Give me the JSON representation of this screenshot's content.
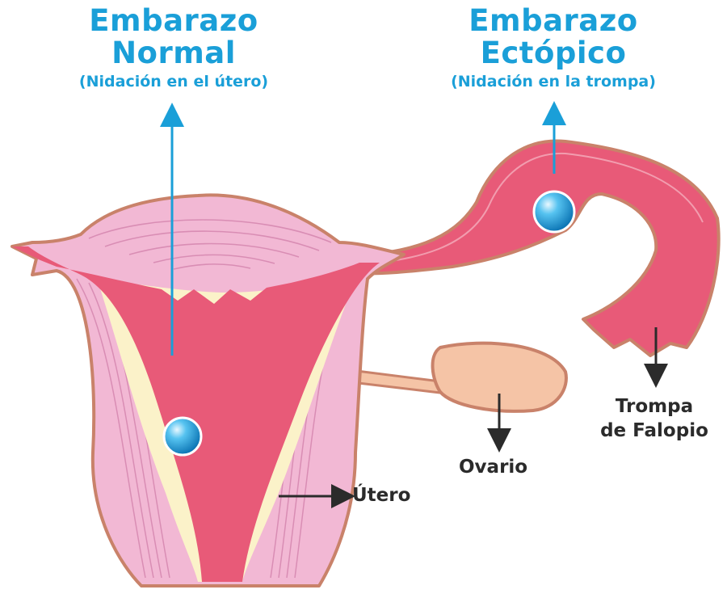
{
  "titles": {
    "normal": {
      "line1": "Embarazo",
      "line2": "Normal",
      "subtitle": "(Nidación en el útero)"
    },
    "ectopic": {
      "line1": "Embarazo",
      "line2": "Ectópico",
      "subtitle": "(Nidación en la trompa)"
    }
  },
  "labels": {
    "uterus": "Útero",
    "ovary": "Ovario",
    "tube_line1": "Trompa",
    "tube_line2": "de Falopio"
  },
  "colors": {
    "title_blue": "#1a9fd8",
    "tissue_red": "#e85a78",
    "muscle_pink": "#f2b8d4",
    "outline": "#c9826a",
    "lining_cream": "#fbf2c9",
    "ovary": "#f5c4a6",
    "embryo_blue": "#1fa6e0",
    "arrow_dark": "#2b2b2b"
  },
  "icons": {
    "embryo": "blue-sphere",
    "pointer": "arrow"
  }
}
